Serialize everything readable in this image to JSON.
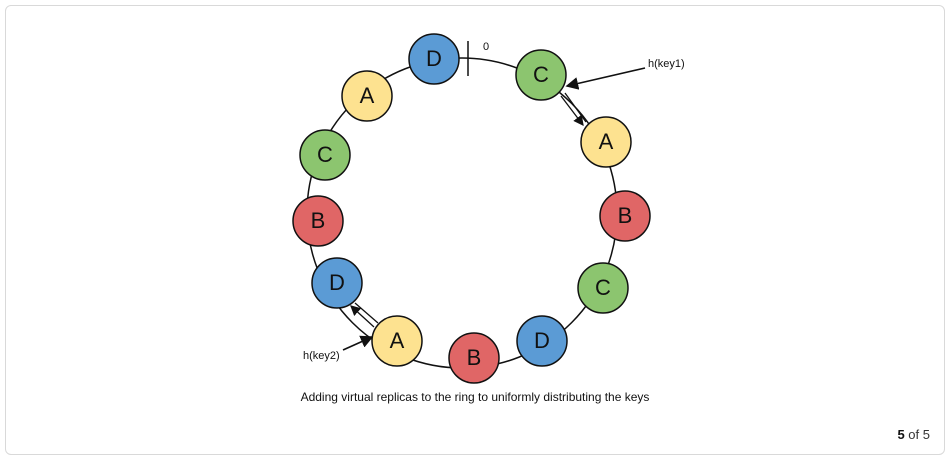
{
  "diagram": {
    "marker_left": "256",
    "marker_right": "0",
    "nodes": [
      {
        "label": "D",
        "color": "#5b9bd5"
      },
      {
        "label": "C",
        "color": "#8cc56f"
      },
      {
        "label": "A",
        "color": "#fde290"
      },
      {
        "label": "B",
        "color": "#e06666"
      },
      {
        "label": "C",
        "color": "#8cc56f"
      },
      {
        "label": "D",
        "color": "#5b9bd5"
      },
      {
        "label": "B",
        "color": "#e06666"
      },
      {
        "label": "A",
        "color": "#fde290"
      },
      {
        "label": "D",
        "color": "#5b9bd5"
      },
      {
        "label": "B",
        "color": "#e06666"
      },
      {
        "label": "C",
        "color": "#8cc56f"
      },
      {
        "label": "A",
        "color": "#fde290"
      }
    ],
    "hash_labels": {
      "key1": "h(key1)",
      "key2": "h(key2)"
    },
    "caption": "Adding virtual replicas to the ring to uniformly distributing the keys"
  },
  "pager": {
    "current": "5",
    "separator": "of",
    "total": "5"
  }
}
